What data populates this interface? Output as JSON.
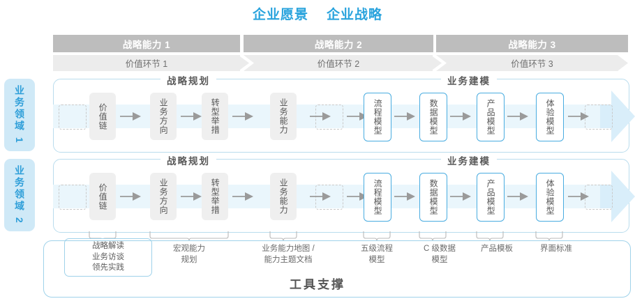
{
  "header": {
    "vision": "企业愿景",
    "strategy": "企业战略"
  },
  "capabilities": [
    {
      "label": "战略能力 1"
    },
    {
      "label": "战略能力 2"
    },
    {
      "label": "战略能力 3"
    }
  ],
  "value_chain": [
    {
      "label": "价值环节 1"
    },
    {
      "label": "价值环节 2"
    },
    {
      "label": "价值环节 3"
    }
  ],
  "domains": [
    {
      "label": "业务领域 1"
    },
    {
      "label": "业务领域 2"
    }
  ],
  "segments": {
    "planning": "战略规划",
    "modeling": "业务建模"
  },
  "nodes": {
    "planning": [
      {
        "label": "价值链"
      },
      {
        "label": "业务方向"
      },
      {
        "label": "转型举措"
      },
      {
        "label": "业务能力"
      }
    ],
    "modeling": [
      {
        "label": "流程模型"
      },
      {
        "label": "数据模型"
      },
      {
        "label": "产品模型"
      },
      {
        "label": "体验模型"
      }
    ]
  },
  "bottom_labels": [
    {
      "label": "战略解读\n业务访谈\n领先实践",
      "boxed": true
    },
    {
      "label": "宏观能力\n规划",
      "boxed": false
    },
    {
      "label": "业务能力地图 /\n能力主题文档",
      "boxed": false
    },
    {
      "label": "五级流程\n模型",
      "boxed": false
    },
    {
      "label": "C 级数据\n模型",
      "boxed": false
    },
    {
      "label": "产品模板",
      "boxed": false
    },
    {
      "label": "界面标准",
      "boxed": false
    }
  ],
  "footer": {
    "title": "工具支撑"
  },
  "colors": {
    "accent_blue": "#29a3dd",
    "node_blue_border": "#49ace0",
    "band": "#eaf6fc",
    "cap_bar": "#bdbdbd",
    "vc_bar": "#ececec",
    "tab_bg": "#cfe9f7"
  }
}
